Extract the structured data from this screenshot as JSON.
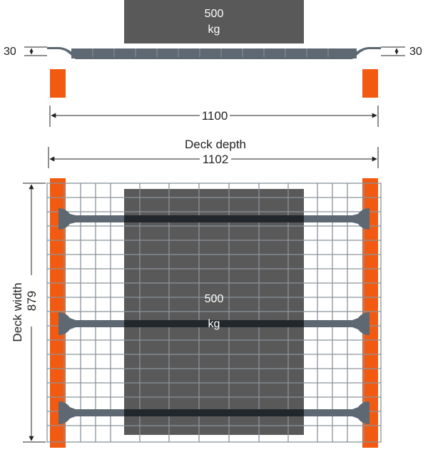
{
  "side_view": {
    "load": {
      "value": "500",
      "unit": "kg"
    },
    "step_left": "30",
    "step_right": "30",
    "beam_span": "1100"
  },
  "plan_view": {
    "depth_label": "Deck depth",
    "depth_value": "1102",
    "width_label": "Deck width",
    "width_value": "879",
    "load": {
      "value": "500",
      "unit": "kg"
    }
  },
  "colors": {
    "beam": "#f25a12",
    "load": "#595959",
    "steel": "#5d6873",
    "channel": "#22272b",
    "mesh": "#8a939b"
  }
}
